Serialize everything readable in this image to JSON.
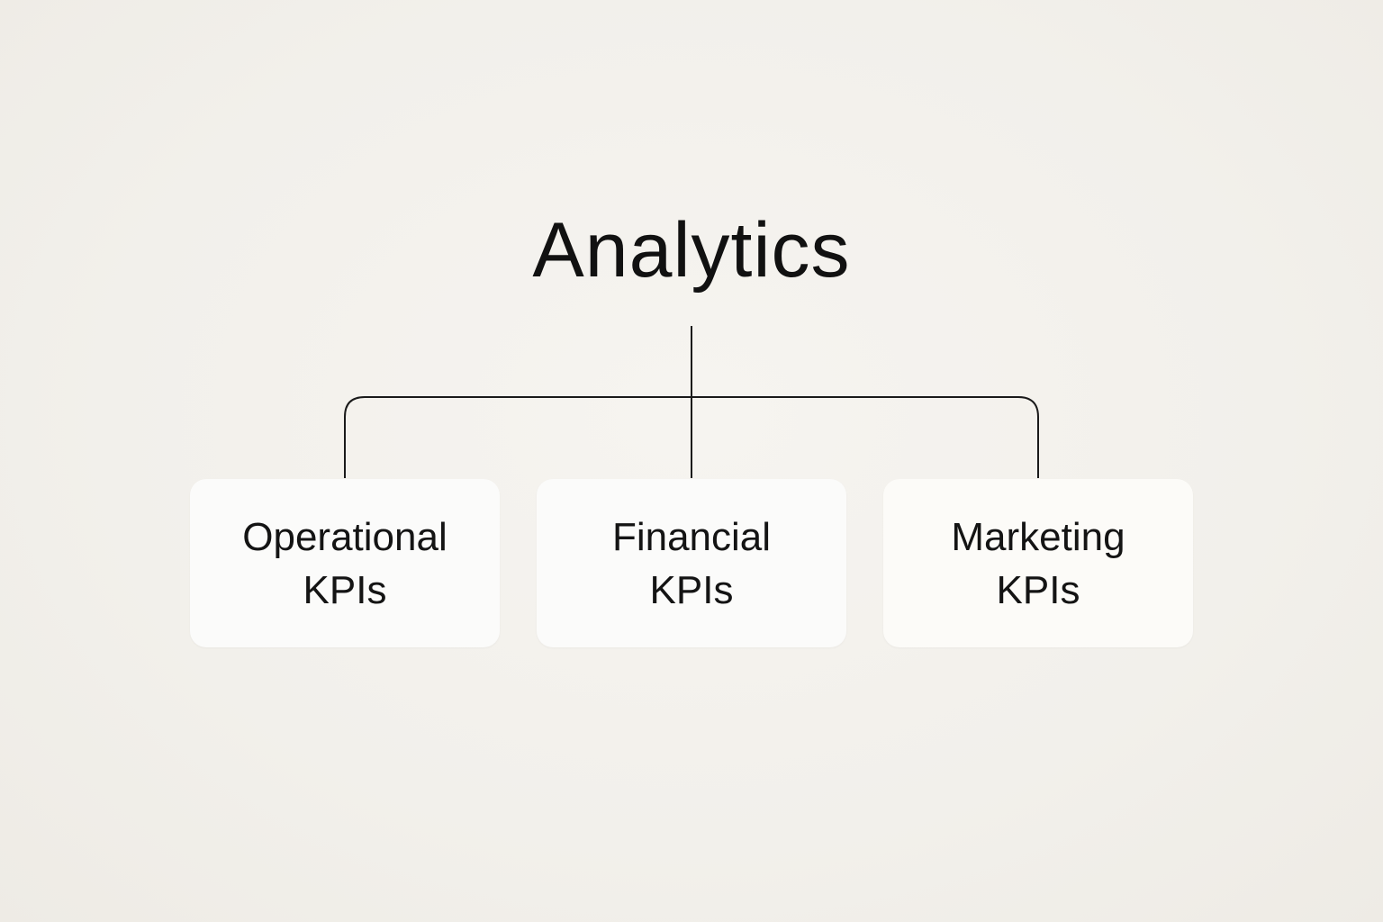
{
  "root": {
    "label": "Analytics"
  },
  "children": [
    {
      "line1": "Operational",
      "line2": "KPIs"
    },
    {
      "line1": "Financial",
      "line2": "KPIs"
    },
    {
      "line1": "Marketing",
      "line2": "KPIs"
    }
  ],
  "colors": {
    "background": "#f3f1ec",
    "node_fill": "#fbfbfa",
    "line": "#1a1a1a",
    "text": "#111111"
  }
}
